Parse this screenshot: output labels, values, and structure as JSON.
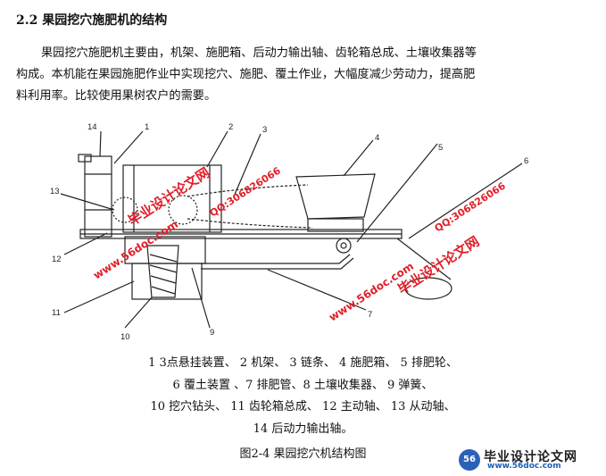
{
  "section": {
    "heading": "2.2 果园挖穴施肥机的结构"
  },
  "paragraph": {
    "line1": "果园挖穴施肥机主要由，机架、施肥箱、后动力输出轴、齿轮箱总成、土壤收集器等",
    "line2": "构成。本机能在果园施肥作业中实现挖穴、施肥、覆土作业，大幅度减少劳动力，提高肥",
    "line3": "料利用率。比较使用果树农户的需要。"
  },
  "figure": {
    "callouts": [
      "14",
      "1",
      "2",
      "3",
      "4",
      "5",
      "6",
      "13",
      "12",
      "11",
      "10",
      "9",
      "7"
    ],
    "watermarks": {
      "site_name": "毕业设计论文网",
      "url": "www.56doc.com",
      "qq": "QQ:306826066"
    }
  },
  "legend": {
    "line1": "1 3点悬挂装置、 2 机架、 3 链条、 4 施肥箱、 5 排肥轮、",
    "line2": "6 覆土装置 、7 排肥管、8 土壤收集器、 9 弹簧、",
    "line3": "10 挖穴钻头、 11 齿轮箱总成、 12 主动轴、 13 从动轴、",
    "line4": "14 后动力输出轴。"
  },
  "caption": "图2-4 果园挖穴机结构图",
  "logo": {
    "title": "毕业设计论文网",
    "url": "www.56doc.com",
    "mark": "56"
  },
  "colors": {
    "watermark": "#e0202a",
    "logo_blue": "#2a62b8"
  }
}
